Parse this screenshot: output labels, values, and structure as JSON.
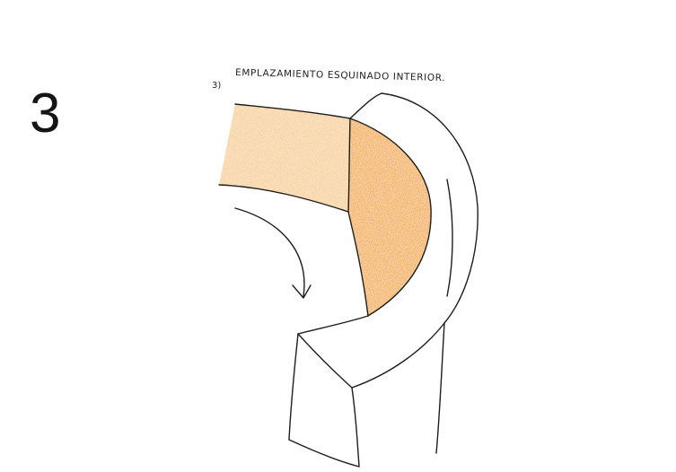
{
  "step_number": "3",
  "sketch": {
    "step_label": "3)",
    "caption": "EMPLAZAMIENTO ESQUINADO INTERIOR.",
    "colors": {
      "ink": "#1e1e1e",
      "highlight_orange": "#f3a93a",
      "light_orange": "#f6c98a"
    }
  }
}
